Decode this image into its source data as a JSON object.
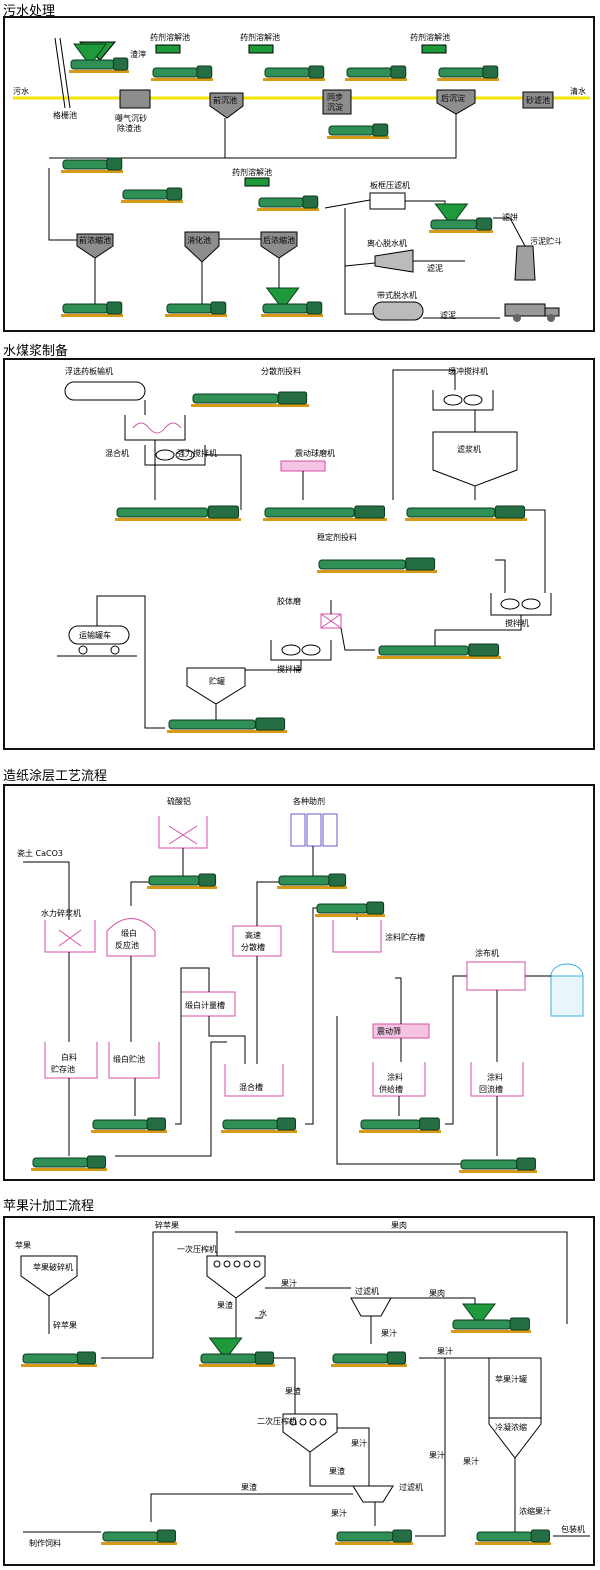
{
  "sections": [
    {
      "title": "污水处理",
      "labels": {
        "sewage": "污水",
        "clear_water": "清水",
        "grille": "格栅池",
        "aeration": "曝气沉砂",
        "grit_removal": "除渣池",
        "primary": "前沉池",
        "residue": "渣滓",
        "chem1": "药剂溶解池",
        "chem2": "药剂溶解池",
        "chem3": "药剂溶解池",
        "sync1": "同步",
        "sync2": "沉淀",
        "secondary": "后沉淀",
        "sand_filter": "砂滤池",
        "chem4": "药剂溶解池",
        "pre_thicken": "前浓缩池",
        "digest": "消化池",
        "post_thicken": "后浓缩池",
        "plate_press": "板框压滤机",
        "centrifuge": "离心脱水机",
        "belt_press": "带式脱水机",
        "cake": "滤饼",
        "sludge1": "滤泥",
        "sludge2": "滤泥",
        "hopper": "污泥贮斗"
      }
    },
    {
      "title": "水煤浆制备",
      "labels": {
        "belt_conveyor": "浮选药板输机",
        "dispersant": "分散剂投料",
        "buffer_mixer": "缓冲搅拌机",
        "mixer_machine": "混合机",
        "strong_mixer": "强力搅拌机",
        "vibrating_mill": "震动球磨机",
        "filter_slurry": "滤浆机",
        "stabilizer": "稳定剂投料",
        "tanker": "运输罐车",
        "colloid_mill": "胶体磨",
        "stirrer_machine": "搅拌机",
        "stir_tank": "搅拌桶",
        "storage": "贮罐"
      }
    },
    {
      "title": "造纸涂层工艺流程",
      "labels": {
        "alum": "硫酸铝",
        "additives": "各种助剂",
        "kaolin": "瓷土 CaCO3",
        "pulper": "水力碎浆机",
        "satin1": "缎白",
        "satin2": "反应池",
        "disp1": "高速",
        "disp2": "分散槽",
        "coat_storage": "涂料贮存槽",
        "coater": "涂布机",
        "satin_meter": "缎白计量槽",
        "vib_screen": "震动筛",
        "clay1": "白料",
        "clay2": "贮存池",
        "satin_store": "缎白贮池",
        "mix_tank": "混合槽",
        "supply1": "涂料",
        "supply2": "供给槽",
        "return1": "涂料",
        "return2": "回流槽"
      }
    },
    {
      "title": "苹果汁加工流程",
      "labels": {
        "apple": "苹果",
        "crusher": "苹果破碎机",
        "crushed": "碎苹果",
        "crushed2": "碎苹果",
        "press1": "一次压榨机",
        "pulp_top": "果肉",
        "juice1": "果汁",
        "filter1": "过滤机",
        "pulp2": "果肉",
        "residue1": "果渣",
        "water": "水",
        "juice2": "果汁",
        "juice3": "果汁",
        "tank1": "苹果汁罐",
        "tank2": "冷凝浓缩",
        "residue2": "果渣",
        "press2": "二次压榨机",
        "juice4": "果汁",
        "residue3": "果渣",
        "filter2": "过滤机",
        "juice5": "果汁",
        "residue4": "果渣",
        "juice6": "果汁",
        "juice7": "果汁",
        "concentrate": "浓缩果汁",
        "feed": "制作饲料",
        "packer": "包装机"
      }
    }
  ],
  "colors": {
    "pump_body": "#2f8f55",
    "pump_base": "#d79a16",
    "flow_yellow": "#f3e600",
    "hopper_green": "#1f9a3a",
    "magenta": "#d64fa6"
  }
}
